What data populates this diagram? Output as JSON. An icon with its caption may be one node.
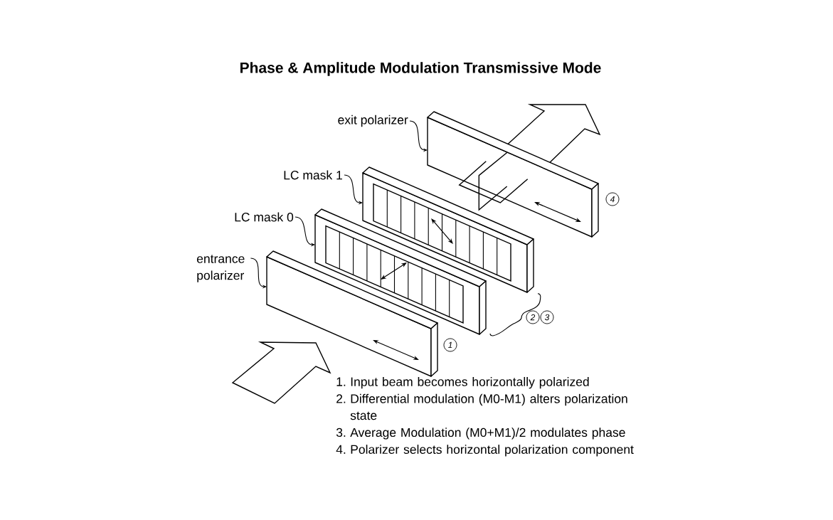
{
  "diagram": {
    "title": "Phase & Amplitude Modulation Transmissive Mode",
    "nodes": [
      {
        "text": [
          "exit polarizer"
        ]
      },
      {
        "text": [],
        "shape": "box"
      },
      {
        "text": [
          "LC mask 1"
        ]
      },
      {
        "text": [],
        "shape": "box"
      },
      {
        "text": [
          "LC mask 0"
        ]
      },
      {
        "text": [],
        "shape": "box"
      },
      {
        "text": [
          "entrance polarizer"
        ]
      },
      {
        "text": [],
        "shape": "box"
      }
    ],
    "edges": [
      {
        "from": 0,
        "to": 1,
        "arrow": "to"
      },
      {
        "from": 2,
        "to": 3,
        "arrow": "to"
      },
      {
        "from": 4,
        "to": 5,
        "arrow": "to"
      },
      {
        "from": 6,
        "to": 7,
        "arrow": "to"
      }
    ],
    "labels": [
      "4",
      "2",
      "3",
      "1",
      "1.",
      "Input beam becomes horizontally polarized",
      "2.",
      "Differential modulation (M0-M1) alters polarization state",
      "3.",
      "Average Modulation (M0+M1)/2 modulates phase",
      "4.",
      "Polarizer selects horizontal polarization component"
    ]
  }
}
